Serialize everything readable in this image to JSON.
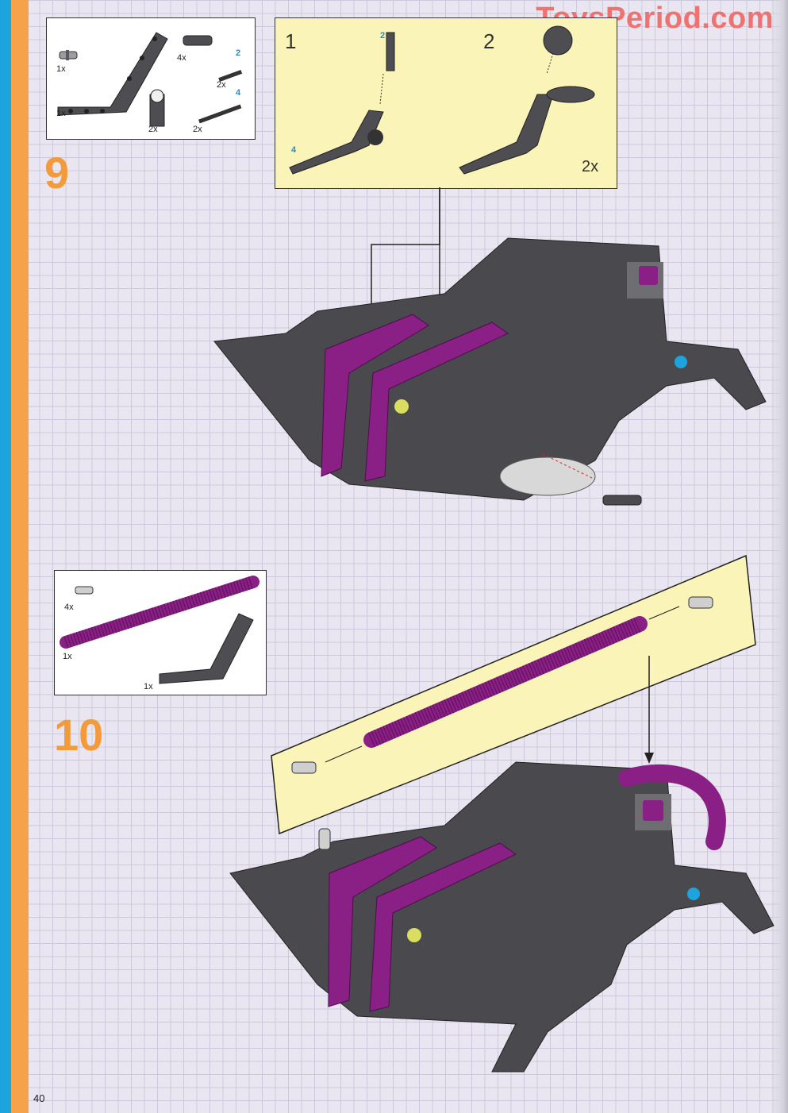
{
  "watermark": "ToysPeriod.com",
  "page_number": "40",
  "colors": {
    "accent_orange": "#f39a3b",
    "stripe_blue": "#1da3de",
    "magenta": "#8a1f86",
    "part_gray": "#4a4a4e",
    "sub_assembly_bg": "#fbf4b8"
  },
  "step9": {
    "number": "9",
    "parts": [
      {
        "qty": "1x",
        "icon": "connector-pin-icon"
      },
      {
        "qty": "1x",
        "icon": "bent-beam-icon"
      },
      {
        "qty": "4x",
        "icon": "bush-icon"
      },
      {
        "qty": "2x",
        "length": "2",
        "icon": "axle-icon"
      },
      {
        "qty": "2x",
        "icon": "angle-connector-icon"
      },
      {
        "qty": "2x",
        "length": "4",
        "icon": "axle-icon"
      }
    ],
    "sub_steps": [
      {
        "number": "1",
        "callouts": [
          "2",
          "4"
        ]
      },
      {
        "number": "2",
        "multiplier": "2x"
      }
    ]
  },
  "step10": {
    "number": "10",
    "parts": [
      {
        "qty": "4x",
        "icon": "connector-pin-icon"
      },
      {
        "qty": "1x",
        "icon": "flex-tube-icon"
      },
      {
        "qty": "1x",
        "icon": "bent-beam-icon"
      }
    ]
  }
}
